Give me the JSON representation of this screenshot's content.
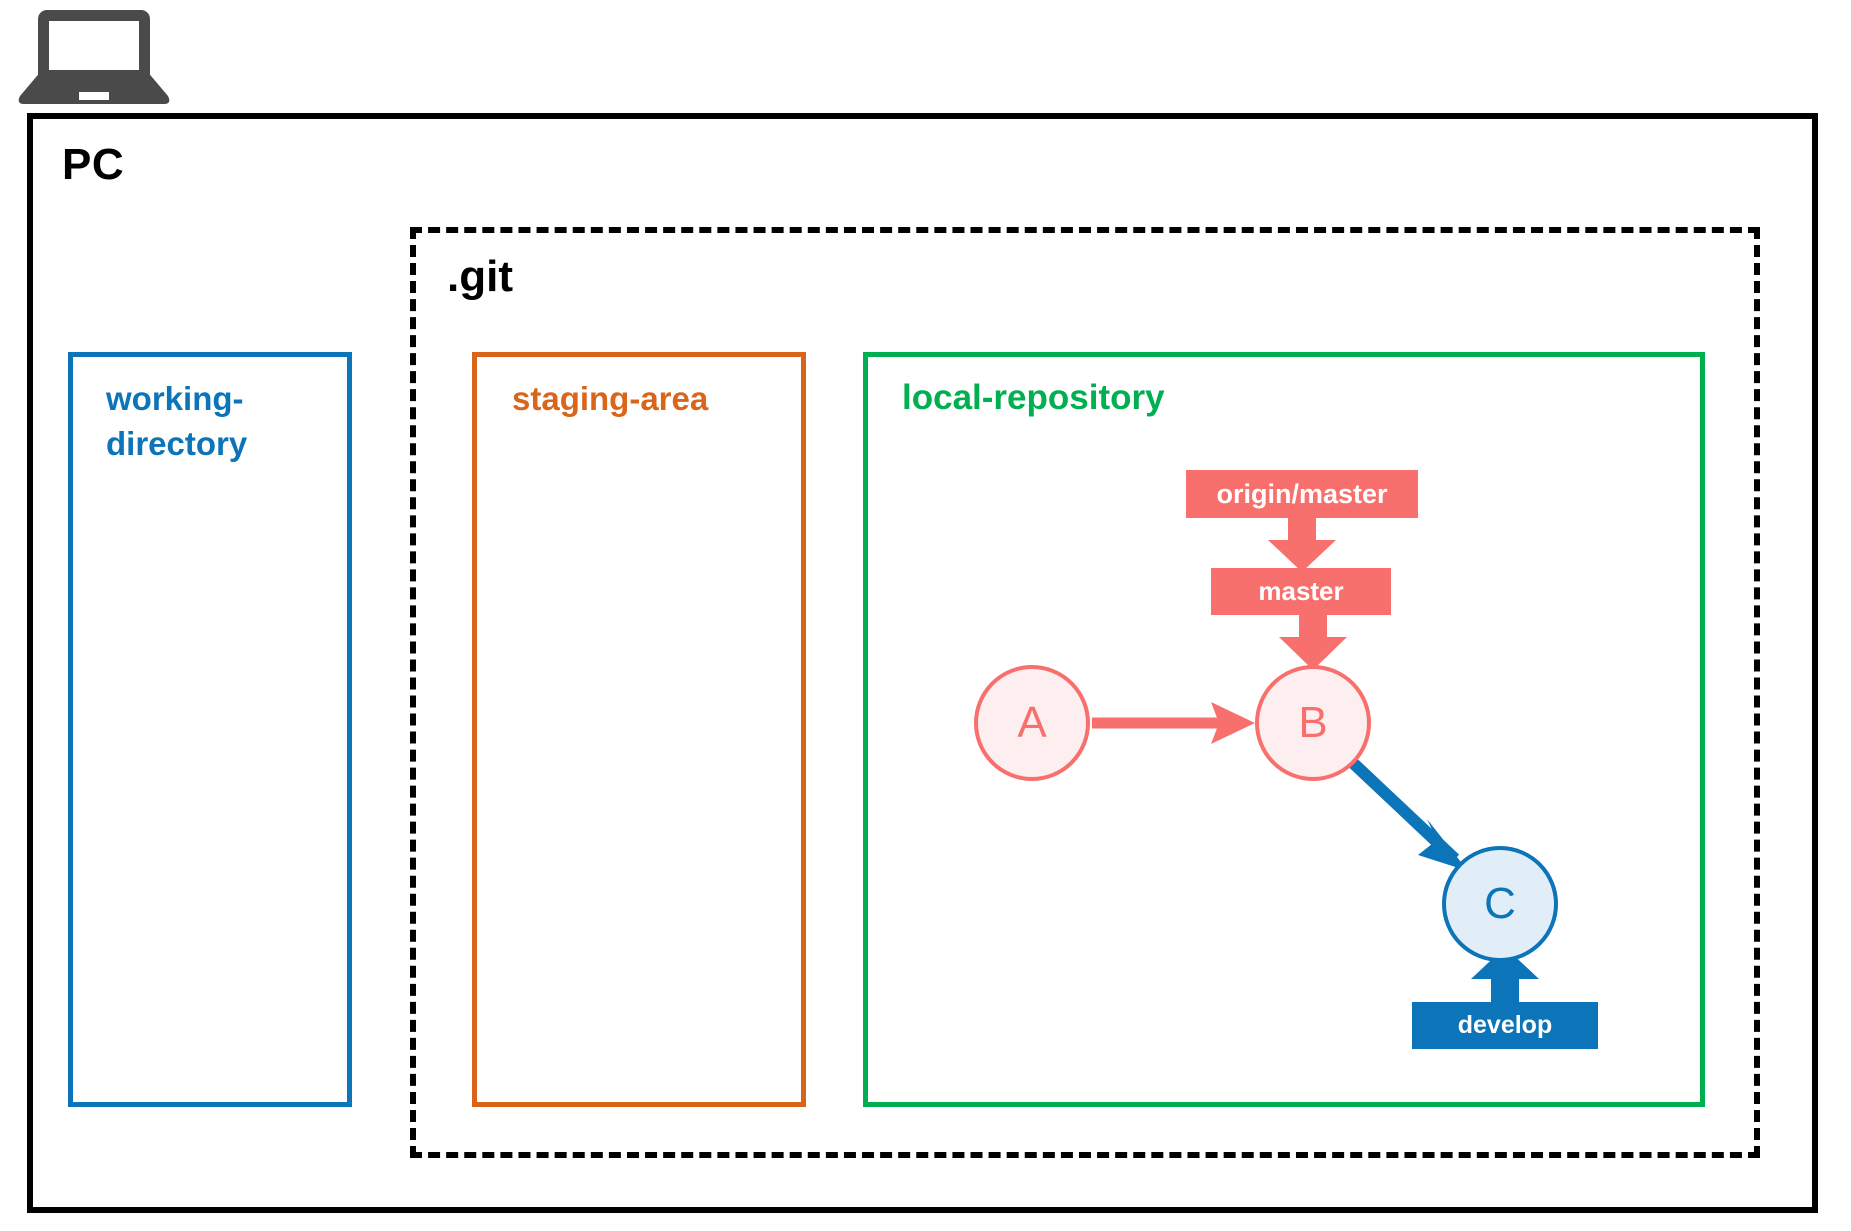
{
  "icons": {
    "laptop": "laptop-icon"
  },
  "colors": {
    "black": "#000000",
    "blue": "#0C74B8",
    "orange": "#D9651B",
    "green": "#00AF50",
    "red": "#F8706E",
    "node_red_fill": "#FDEFEF",
    "node_blue_fill": "#E2EEF7",
    "laptop_gray": "#4A4A4A"
  },
  "diagram": {
    "pc": {
      "title": "PC"
    },
    "git": {
      "title": ".git"
    },
    "working_directory": {
      "title": "working-\ndirectory",
      "line1": "working-",
      "line2": "directory"
    },
    "staging_area": {
      "title": "staging-area"
    },
    "local_repository": {
      "title": "local-repository",
      "branch_labels": [
        {
          "id": "origin-master",
          "label": "origin/master",
          "color": "#F8706E"
        },
        {
          "id": "master",
          "label": "master",
          "color": "#F8706E"
        },
        {
          "id": "develop",
          "label": "develop",
          "color": "#0C74B8"
        }
      ],
      "commits": [
        {
          "id": "a",
          "label": "A",
          "color": "#F8706E"
        },
        {
          "id": "b",
          "label": "B",
          "color": "#F8706E"
        },
        {
          "id": "c",
          "label": "C",
          "color": "#0C74B8"
        }
      ],
      "edges": [
        {
          "from": "A",
          "to": "B",
          "color": "#F8706E"
        },
        {
          "from": "B",
          "to": "C",
          "color": "#0C74B8"
        },
        {
          "from": "origin/master",
          "to": "master",
          "color": "#F8706E"
        },
        {
          "from": "master",
          "to": "B",
          "color": "#F8706E"
        },
        {
          "from": "develop",
          "to": "C",
          "color": "#0C74B8"
        }
      ]
    }
  }
}
